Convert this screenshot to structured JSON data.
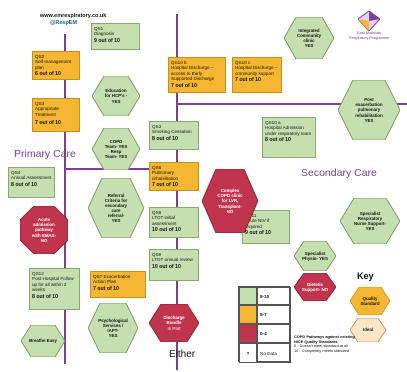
{
  "header": {
    "website": "www.emrespiratory.co.uk",
    "handle": "@RespEM"
  },
  "logo": {
    "line1": "East Midlands",
    "line2": "Respiratory Programme"
  },
  "sections": {
    "primary": "Primary Care",
    "secondary": "Secondary Care",
    "either": "Either"
  },
  "qs": {
    "qs1": {
      "code": "QS1",
      "title": "Diagnosis",
      "score": "9 out of 10"
    },
    "qs2": {
      "code": "QS2",
      "title": "Self-management plan",
      "score": "6 out of 10"
    },
    "qs3": {
      "code": "QS3",
      "title": "Appropriate Treatment",
      "score": "7 out of 10"
    },
    "qs4": {
      "code": "QS4",
      "title": "Annual Assessment",
      "score": "8 out of 10"
    },
    "qs12": {
      "code": "QS12",
      "title": "Post Hospital Follow up for all within 2 weeks",
      "score": "8 out of 10"
    },
    "qs7": {
      "code": "QS7 Exacerbation Action Plan",
      "title": "",
      "score": "7 out of 10"
    },
    "qs3b": {
      "code": "QS3",
      "title": "Smoking Cessation",
      "score": "8 out of 10"
    },
    "qs6": {
      "code": "QS6",
      "title": "Pulmonary rehabilitation",
      "score": "7 out of 10"
    },
    "qs8": {
      "code": "QS8",
      "title": "LTOT initial assessment",
      "score": "10 out of 10"
    },
    "qs9": {
      "code": "QS9",
      "title": "LTOT annual review",
      "score": "10 out of 10"
    },
    "qs10b": {
      "code": "QS10 b",
      "title": "Hospital Discharge – access to Early Supported Discharge",
      "score": "7 out of 10"
    },
    "qs10c": {
      "code": "QS10 c",
      "title": "Hospital Discharge – community support",
      "score": "7 out of 10"
    },
    "qs10a": {
      "code": "QS10 a",
      "title": "Hospital Admission under respiratory team",
      "score": "8 out of 10"
    },
    "qs11": {
      "code": "QS11",
      "title": "Acute NIV if required",
      "score": "9 out of 10"
    }
  },
  "hexagons": {
    "education": [
      "Education",
      "for HCP's -",
      "YES"
    ],
    "copd_team": [
      "COPD",
      "Team- YES",
      "Resp",
      "Team- YES"
    ],
    "referral": [
      "Referral",
      "Criteria for",
      "secondary",
      "care",
      "referral-",
      "YES"
    ],
    "integrated": [
      "Integrated",
      "Community",
      "clinic",
      "YES"
    ],
    "post_exac": [
      "Post",
      "exacerbation",
      "pulmonary",
      "rehabilitation",
      "YES"
    ],
    "specialist_nurse": [
      "Specialist",
      "Respiratory",
      "Nurse Support-",
      "YES"
    ],
    "specialist_physio": [
      "Specialist",
      "Physio- YES"
    ],
    "dietetic": [
      "Dietetic",
      "Support- NO"
    ],
    "breathe_easy": [
      "Breathe Easy"
    ],
    "psych": [
      "Psychological",
      "Services /",
      "IAPT-",
      "YES"
    ],
    "quality_standard": [
      "Quality",
      "Standard"
    ],
    "ideal": [
      "Ideal"
    ]
  },
  "octagons": {
    "acute_admission": [
      "Acute",
      "admission",
      "pathway",
      "with EMAS-",
      "NO"
    ],
    "complex_copd": [
      "Complex",
      "COPD clinic",
      "for LVR,",
      "Transplant-",
      "NO"
    ],
    "discharge_bundle": [
      "Discharge",
      "Bundle",
      "In Part"
    ]
  },
  "key": {
    "title": "Key",
    "ranges": [
      "8-10",
      "5-7",
      "0-4"
    ],
    "nodata_symbol": "?",
    "nodata_label": "No Data",
    "note1": "COPD Pathways against existing",
    "note2": "NICE Quality Standards",
    "note3": "0 - Doesn't meet standard at all",
    "note4": "10 - Completely meets standard"
  },
  "colors": {
    "green": "#c6dfb0",
    "orange": "#f5b731",
    "red": "#c0344d",
    "purple": "#7b3f98",
    "hex_green": "#c6dfb0"
  }
}
